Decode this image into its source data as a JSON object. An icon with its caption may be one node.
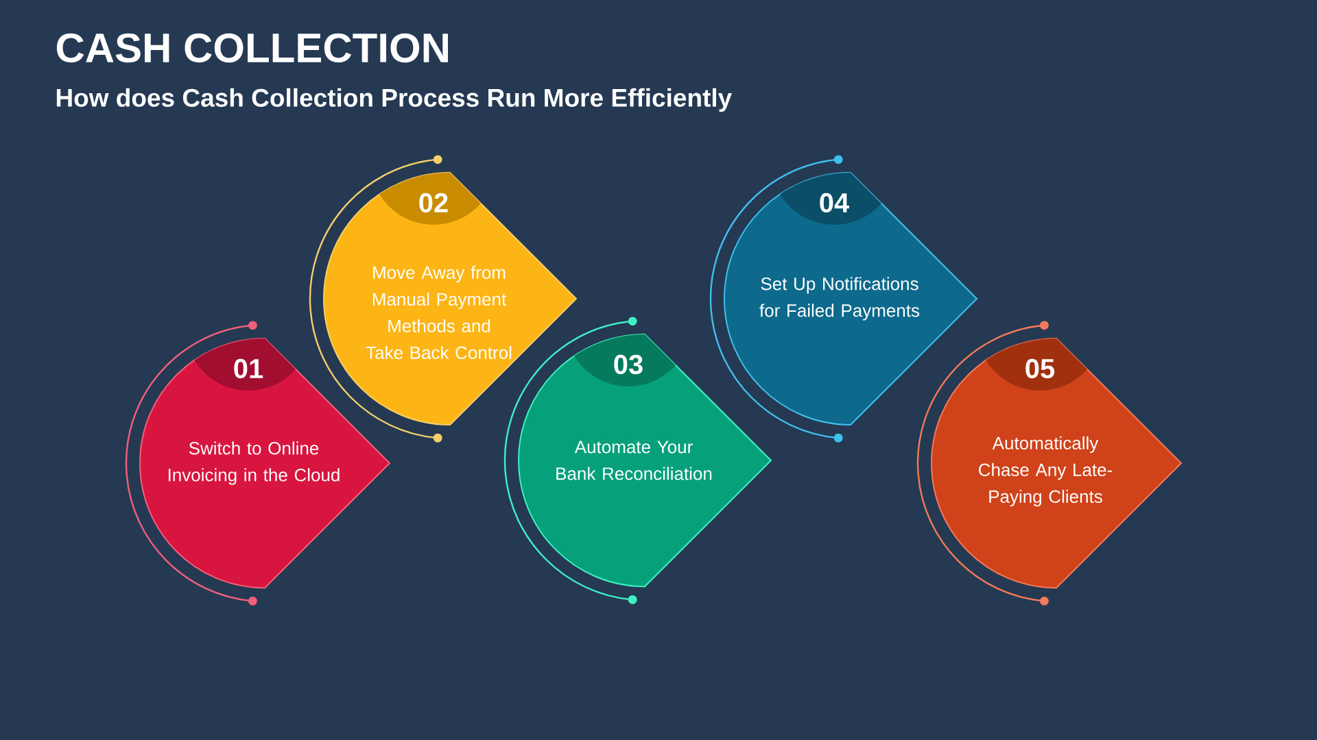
{
  "diagram": {
    "title": "CASH COLLECTION",
    "nodes": [
      {
        "text": [
          "01",
          "Switch to Online Invoicing in the Cloud"
        ]
      },
      {
        "text": [
          "02",
          "Move Away from Manual Payment Methods and Take Back Control"
        ]
      },
      {
        "text": [
          "03",
          "Automate Your Bank Reconciliation"
        ]
      },
      {
        "text": [
          "04",
          "Set Up Notifications for Failed Payments"
        ]
      },
      {
        "text": [
          "05",
          "Automatically Chase Any Late-Paying Clients"
        ]
      }
    ],
    "labels": [
      "How does Cash Collection Process Run More Efficiently"
    ]
  }
}
